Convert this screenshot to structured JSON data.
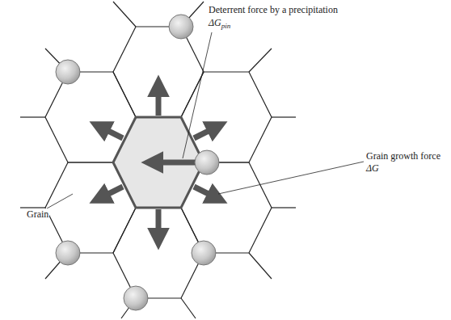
{
  "diagram": {
    "labels": [
      "Deterrent force by a precipitation",
      "ΔG",
      "pin",
      "Grain growth force",
      "ΔG",
      "Grain"
    ]
  }
}
